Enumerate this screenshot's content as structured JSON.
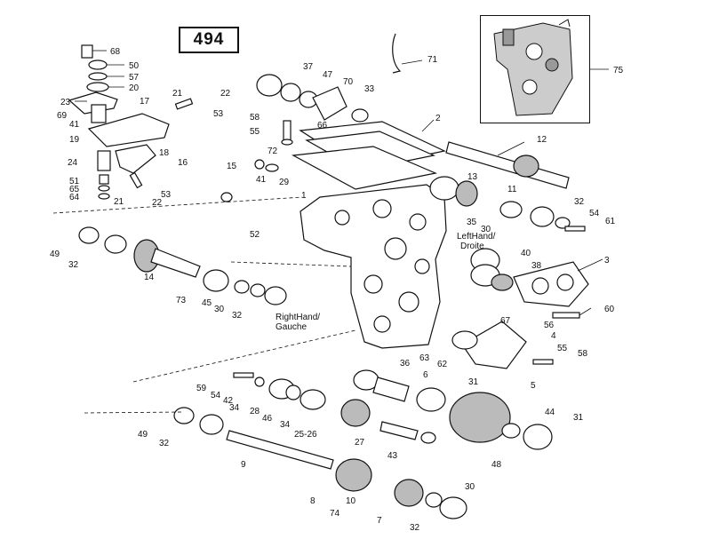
{
  "diagram_number": "494",
  "side_labels": {
    "left_hand_line1": "LeftHand/",
    "left_hand_line2": "Droite",
    "right_hand_line1": "RightHand/",
    "right_hand_line2": "Gauche"
  },
  "callouts": [
    "68",
    "50",
    "57",
    "20",
    "23",
    "69",
    "41",
    "19",
    "24",
    "51",
    "65",
    "64",
    "17",
    "21",
    "22",
    "53",
    "18",
    "16",
    "15",
    "72",
    "41",
    "21",
    "53",
    "22",
    "58",
    "55",
    "37",
    "47",
    "70",
    "33",
    "71",
    "66",
    "2",
    "29",
    "1",
    "12",
    "13",
    "11",
    "32",
    "54",
    "61",
    "35",
    "30",
    "52",
    "3",
    "40",
    "38",
    "49",
    "32",
    "14",
    "73",
    "45",
    "30",
    "32",
    "60",
    "56",
    "67",
    "4",
    "36",
    "62",
    "63",
    "55",
    "58",
    "6",
    "59",
    "54",
    "42",
    "34",
    "28",
    "46",
    "34",
    "25-26",
    "31",
    "5",
    "44",
    "31",
    "49",
    "32",
    "27",
    "43",
    "9",
    "48",
    "8",
    "10",
    "74",
    "7",
    "30",
    "32",
    "75"
  ]
}
